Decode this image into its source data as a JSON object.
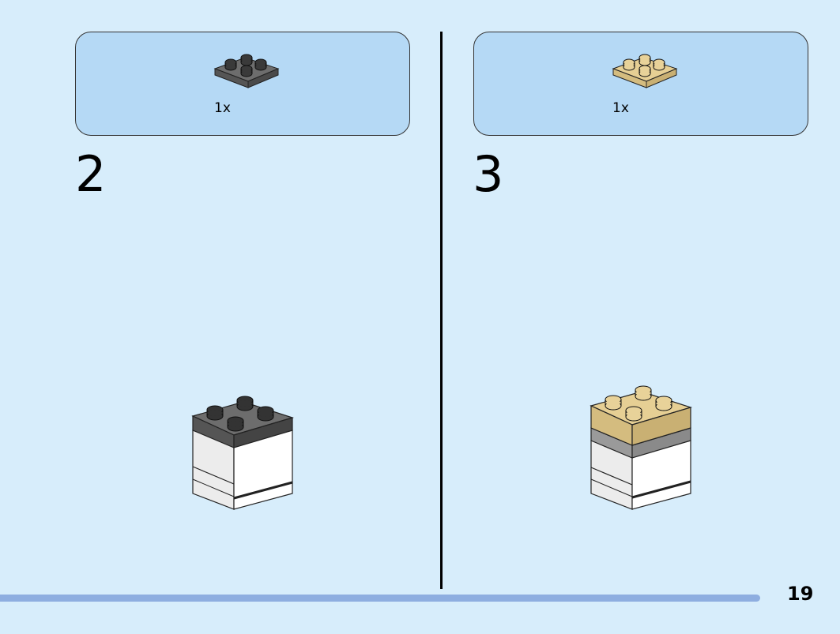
{
  "steps": [
    {
      "number": "2",
      "part": {
        "quantity": "1x",
        "color_name": "dark-bluish-gray",
        "top": "#6d6d6d",
        "left": "#555555",
        "right": "#4a4a4a"
      }
    },
    {
      "number": "3",
      "part": {
        "quantity": "1x",
        "color_name": "tan",
        "top": "#e6cf94",
        "left": "#d4bc7f",
        "right": "#c9b073"
      }
    }
  ],
  "page": {
    "number": "19"
  },
  "colors": {
    "background": "#d7edfb",
    "callout_fill": "#b5d9f5",
    "progress_bar": "#8eaee0"
  }
}
